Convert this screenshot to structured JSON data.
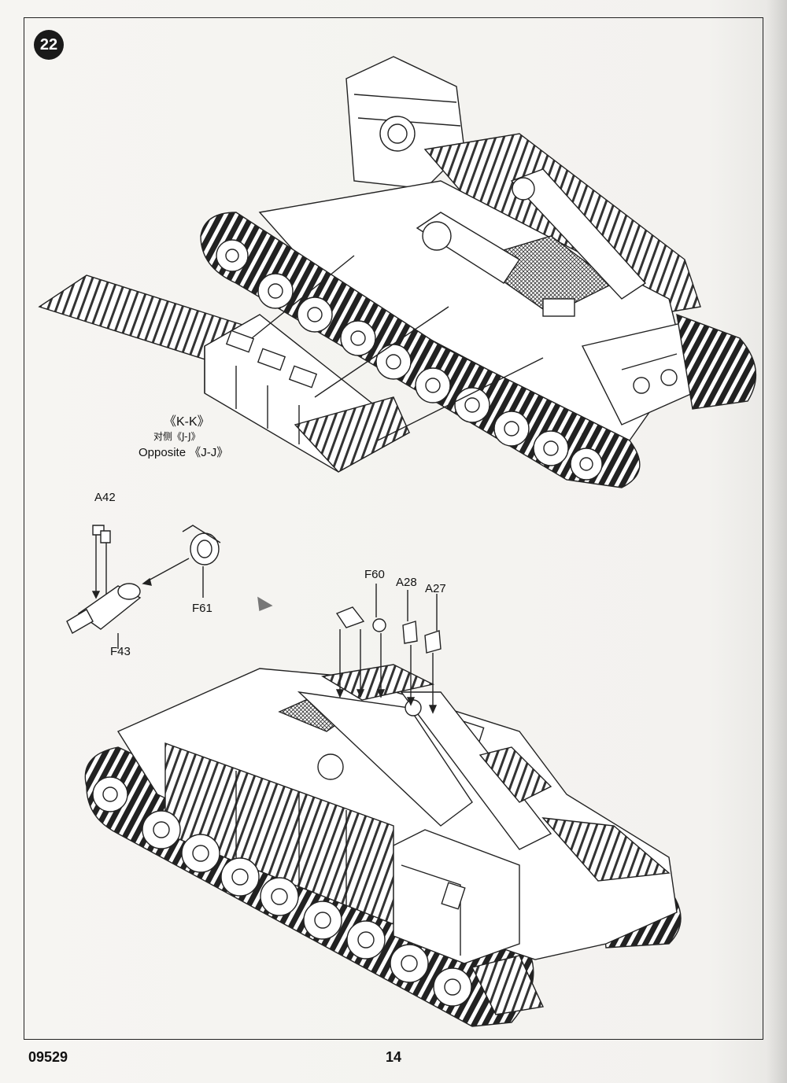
{
  "step": {
    "number": "22"
  },
  "views": {
    "top": {
      "view_label": "《K-K》",
      "opposite_cn": "对侧《J-J》",
      "opposite_en": "Opposite 《J-J》"
    }
  },
  "parts": {
    "a42": "A42",
    "f61": "F61",
    "f43": "F43",
    "f60": "F60",
    "a28": "A28",
    "a27": "A27"
  },
  "footer": {
    "kit_code": "09529",
    "page_number": "14"
  }
}
